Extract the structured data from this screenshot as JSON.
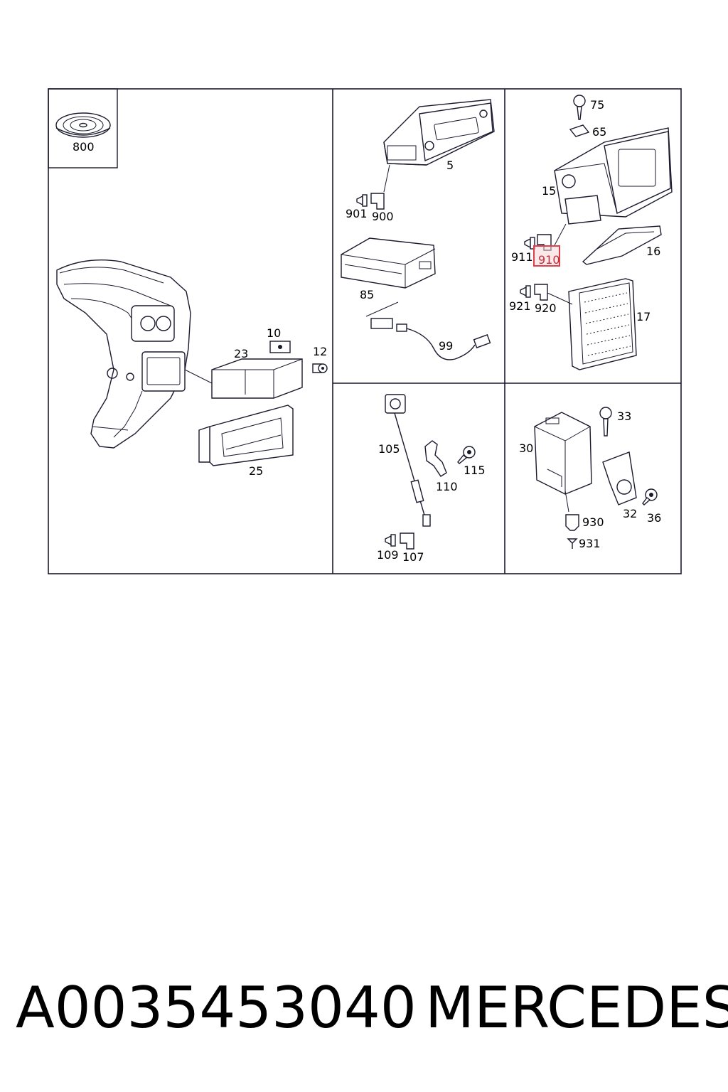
{
  "diagram": {
    "highlight_color": "#e0404a",
    "highlighted_label": "910",
    "labels": {
      "l800": "800",
      "l5": "5",
      "l901": "901",
      "l900": "900",
      "l85": "85",
      "l99": "99",
      "l75": "75",
      "l65": "65",
      "l15": "15",
      "l911": "911",
      "l910": "910",
      "l16": "16",
      "l921": "921",
      "l920": "920",
      "l17": "17",
      "l10": "10",
      "l23": "23",
      "l12": "12",
      "l25": "25",
      "l105": "105",
      "l115": "115",
      "l110": "110",
      "l109": "109",
      "l107": "107",
      "l33": "33",
      "l30": "30",
      "l32": "32",
      "l36": "36",
      "l930": "930",
      "l931": "931"
    }
  },
  "footer": {
    "part_number": "A0035453040",
    "brand": "MERCEDES"
  }
}
